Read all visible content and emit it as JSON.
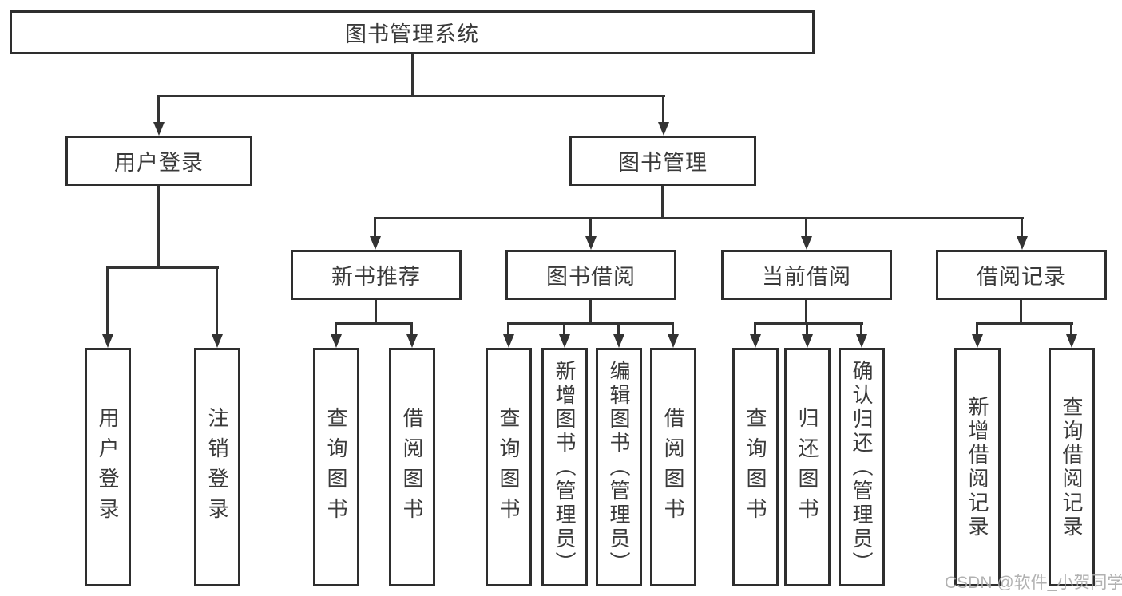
{
  "diagram": {
    "root": {
      "label": "图书管理系统"
    },
    "user_login": {
      "label": "用户登录",
      "leaves": [
        "用户登录",
        "注销登录"
      ]
    },
    "book_management": {
      "label": "图书管理",
      "sections": {
        "new_books": {
          "label": "新书推荐",
          "leaves": [
            "查询图书",
            "借阅图书"
          ]
        },
        "borrowing": {
          "label": "图书借阅",
          "leaves": [
            "查询图书",
            "新增图书（管理员）",
            "编辑图书（管理员）",
            "借阅图书"
          ]
        },
        "current": {
          "label": "当前借阅",
          "leaves": [
            "查询图书",
            "归还图书",
            "确认归还（管理员）"
          ]
        },
        "records": {
          "label": "借阅记录",
          "leaves": [
            "新增借阅记录",
            "查询借阅记录"
          ]
        }
      }
    }
  },
  "watermark": {
    "text": "CSDN @软件_小贺同学"
  },
  "colors": {
    "line": "#333333",
    "border": "#2e2e2e",
    "text": "#3a3a3a",
    "background": "#ffffff",
    "watermark": "#a9a9a9"
  }
}
